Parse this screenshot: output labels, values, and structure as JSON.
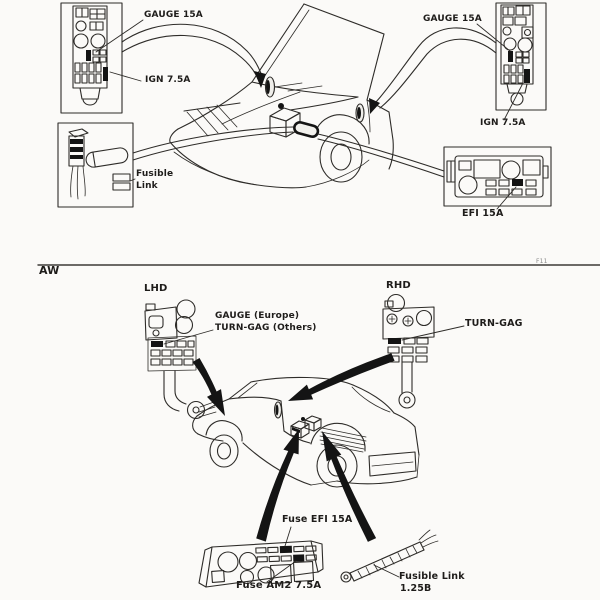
{
  "page": {
    "header": {
      "section_code": "AW",
      "page_code": "F11"
    },
    "top_diagram": {
      "left_panel": {
        "gauge_label": "GAUGE 15A",
        "ign_label": "IGN 7.5A"
      },
      "right_panel": {
        "gauge_label": "GAUGE 15A",
        "ign_label": "IGN 7.5A"
      },
      "fusible_link": {
        "line1": "Fusible",
        "line2": "Link"
      },
      "efi_label": "EFI 15A"
    },
    "bottom_diagram": {
      "lhd_label": "LHD",
      "rhd_label": "RHD",
      "lhd_fuse_labels": {
        "line1": "GAUGE (Europe)",
        "line2": "TURN-GAG (Others)"
      },
      "rhd_fuse_label": "TURN-GAG",
      "fuse_efi_label": "Fuse EFI 15A",
      "fuse_am2_label": "Fuse AM2 7.5A",
      "fusible_link": {
        "line1": "Fusible Link",
        "line2": "1.25B"
      }
    },
    "colors": {
      "ink": "#2e2c29",
      "paper": "#fbfaf8",
      "highlight": "#141414"
    }
  }
}
